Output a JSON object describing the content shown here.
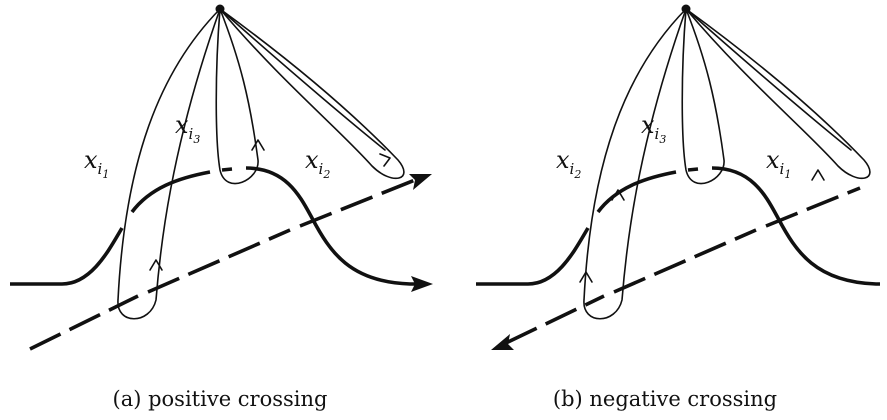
{
  "panels": [
    {
      "id": "a",
      "caption": "(a) positive crossing",
      "labels": [
        {
          "base": "x",
          "sub": "i",
          "subsub": "1"
        },
        {
          "base": "x",
          "sub": "i",
          "subsub": "3"
        },
        {
          "base": "x",
          "sub": "i",
          "subsub": "2"
        }
      ]
    },
    {
      "id": "b",
      "caption": "(b) negative crossing",
      "labels": [
        {
          "base": "x",
          "sub": "i",
          "subsub": "2"
        },
        {
          "base": "x",
          "sub": "i",
          "subsub": "3"
        },
        {
          "base": "x",
          "sub": "i",
          "subsub": "1"
        }
      ]
    }
  ],
  "colors": {
    "ink": "#111111",
    "background": "#ffffff"
  }
}
